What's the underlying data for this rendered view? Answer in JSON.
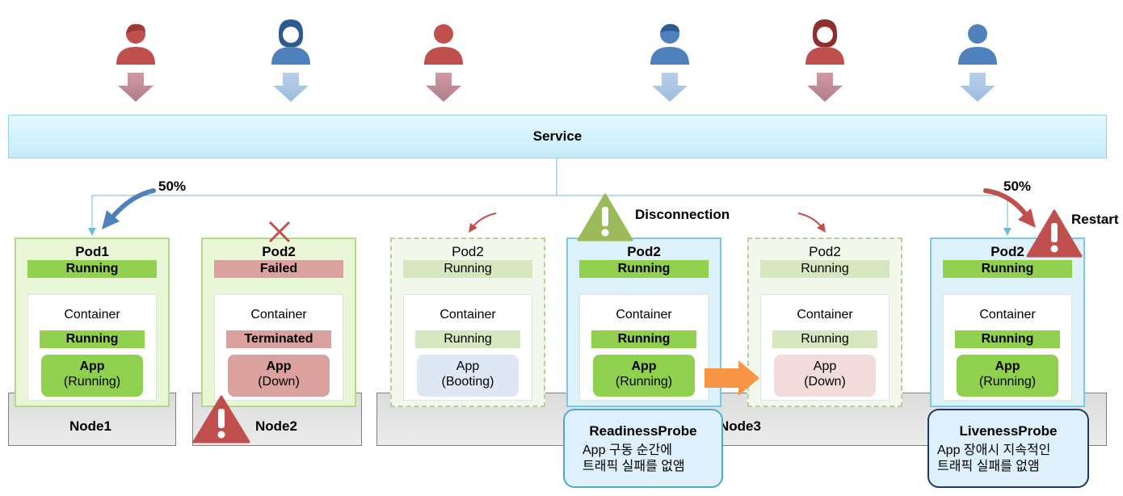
{
  "service": {
    "label": "Service"
  },
  "users": [
    {
      "icon": "person-icon",
      "color": "#c0504d"
    },
    {
      "icon": "person-female-icon",
      "color": "#4f81bd"
    },
    {
      "icon": "person-icon",
      "color": "#c0504d"
    },
    {
      "icon": "person-icon",
      "color": "#4f81bd"
    },
    {
      "icon": "person-female-icon",
      "color": "#c0504d"
    },
    {
      "icon": "person-icon",
      "color": "#4f81bd"
    }
  ],
  "traffic": {
    "left_percent": "50%",
    "right_percent": "50%"
  },
  "annotations": {
    "disconnection": "Disconnection",
    "restart": "Restart"
  },
  "nodes": [
    "Node1",
    "Node2",
    "Node3"
  ],
  "pods": [
    {
      "name": "Pod1",
      "status": "Running",
      "container_label": "Container",
      "container_status": "Running",
      "app_label": "App",
      "app_state": "(Running)"
    },
    {
      "name": "Pod2",
      "status": "Failed",
      "container_label": "Container",
      "container_status": "Terminated",
      "app_label": "App",
      "app_state": "(Down)"
    },
    {
      "name": "Pod2",
      "status": "Running",
      "container_label": "Container",
      "container_status": "Running",
      "app_label": "App",
      "app_state": "(Booting)"
    },
    {
      "name": "Pod2",
      "status": "Running",
      "container_label": "Container",
      "container_status": "Running",
      "app_label": "App",
      "app_state": "(Running)"
    },
    {
      "name": "Pod2",
      "status": "Running",
      "container_label": "Container",
      "container_status": "Running",
      "app_label": "App",
      "app_state": "(Down)"
    },
    {
      "name": "Pod2",
      "status": "Running",
      "container_label": "Container",
      "container_status": "Running",
      "app_label": "App",
      "app_state": "(Running)"
    }
  ],
  "probes": [
    {
      "title": "ReadinessProbe",
      "line1": "App 구동 순간에",
      "line2": "트래픽 실패를 없앰"
    },
    {
      "title": "LivenessProbe",
      "line1": "App 장애시 지속적인",
      "line2": "트래픽 실패를 없앰"
    }
  ],
  "colors": {
    "red": "#c0504d",
    "blue": "#4f81bd",
    "green": "#92d050",
    "warning_green": "#9bbb59",
    "orange": "#f79646"
  }
}
